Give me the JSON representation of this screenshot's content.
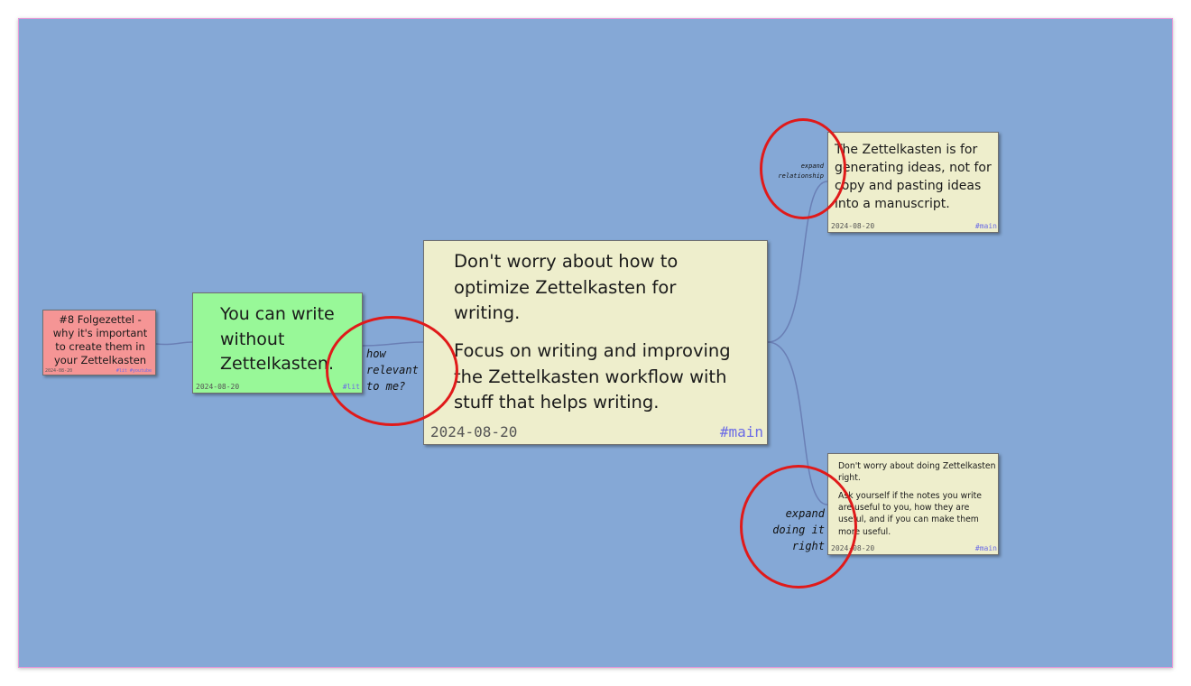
{
  "cards": {
    "folgezettel": {
      "text": "#8 Folgezettel - why it's important to create them in your Zettelkasten",
      "date": "2024-08-20",
      "tags": "#lit #youtube"
    },
    "write_without": {
      "text": "You can write without Zettelkasten.",
      "date": "2024-08-20",
      "tag": "#lit"
    },
    "main": {
      "para1": "Don't worry about how to optimize Zettelkasten for writing.",
      "para2": "Focus on writing and improving the Zettelkasten workflow with stuff that helps writing.",
      "date": "2024-08-20",
      "tag": "#main"
    },
    "ideas": {
      "text": "The Zettelkasten is for generating ideas, not for copy and pasting ideas into a manuscript.",
      "date": "2024-08-20",
      "tag": "#main"
    },
    "doing_right": {
      "para1": "Don't worry about doing Zettelkasten right.",
      "para2": "Ask yourself if the notes you write are useful to you, how they are useful, and if you can make them more useful.",
      "date": "2024-08-20",
      "tag": "#main"
    }
  },
  "links": {
    "how_relevant": "how relevant to me?",
    "expand_relationship": "expand relationship",
    "expand_doing_right": "expand doing it right"
  },
  "colors": {
    "canvas": "#85a8d6",
    "note_yellow": "#eeeecc",
    "note_green": "#98f898",
    "note_red": "#f59595",
    "tag": "#6b6be6",
    "highlight_circle": "#e01a1a",
    "connector": "#6a7fb5"
  }
}
